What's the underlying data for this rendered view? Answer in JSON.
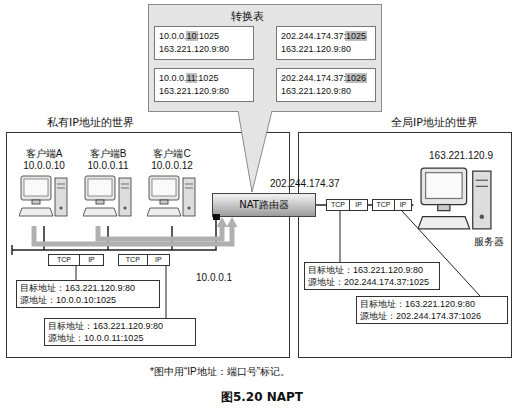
{
  "diagram": {
    "caption": "图5.20 NAPT",
    "nodes": [
      {
        "text": [
          "转换表"
        ]
      },
      {
        "text": [
          "10.0.0.10:1025",
          "163.221.120.9:80"
        ],
        "in": 0
      },
      {
        "text": [
          "202.244.174.37:1025",
          "163.221.120.9:80"
        ],
        "in": 0
      },
      {
        "text": [
          "10.0.0.11:1025",
          "163.221.120.9:80"
        ],
        "in": 0
      },
      {
        "text": [
          "202.244.174.37:1026",
          "163.221.120.9:80"
        ],
        "in": 0
      },
      {
        "text": [
          "私有IP地址的世界"
        ]
      },
      {
        "text": [
          "客户端A",
          "10.0.0.10"
        ],
        "in": 5
      },
      {
        "text": [
          "客户端B",
          "10.0.0.11"
        ],
        "in": 5
      },
      {
        "text": [
          "客户端C",
          "10.0.0.12"
        ],
        "in": 5
      },
      {
        "text": [
          "TCP",
          "IP"
        ],
        "in": 5
      },
      {
        "text": [
          "TCP",
          "IP"
        ],
        "in": 5
      },
      {
        "text": [
          "目标地址：163.221.120.9:80",
          "源地址：10.0.0.10:1025"
        ],
        "in": 5
      },
      {
        "text": [
          "目标地址：163.221.120.9:80",
          "源地址：10.0.0.11:1025"
        ],
        "in": 5
      },
      {
        "text": [
          "NAT路由器"
        ]
      },
      {
        "text": [
          "全局IP地址的世界"
        ]
      },
      {
        "text": [
          "163.221.120.9",
          "服务器"
        ],
        "in": 14
      },
      {
        "text": [
          "TCP",
          "IP"
        ],
        "in": 14
      },
      {
        "text": [
          "TCP",
          "IP"
        ],
        "in": 14
      },
      {
        "text": [
          "目标地址：163.221.120.9:80",
          "源地址：202.244.174.37:1025"
        ],
        "in": 14
      },
      {
        "text": [
          "目标地址：163.221.120.9:80",
          "源地址：202.244.174.37:1026"
        ],
        "in": 14
      }
    ],
    "edges": [
      {
        "from": 1,
        "to": 2,
        "arrow": "both"
      },
      {
        "from": 3,
        "to": 4,
        "arrow": "both"
      },
      {
        "from": 6,
        "to": 13,
        "arrow": "to"
      },
      {
        "from": 7,
        "to": 13,
        "arrow": "to"
      },
      {
        "from": 13,
        "to": 15,
        "arrow": "to"
      },
      {
        "from": 9,
        "to": 11,
        "arrow": "none"
      },
      {
        "from": 10,
        "to": 12,
        "arrow": "none"
      },
      {
        "from": 16,
        "to": 18,
        "arrow": "none"
      },
      {
        "from": 17,
        "to": 19,
        "arrow": "none"
      }
    ],
    "labels": [
      "202.244.174.37",
      "10.0.0.1",
      "*图中用“IP地址：端口号”标记。"
    ]
  }
}
